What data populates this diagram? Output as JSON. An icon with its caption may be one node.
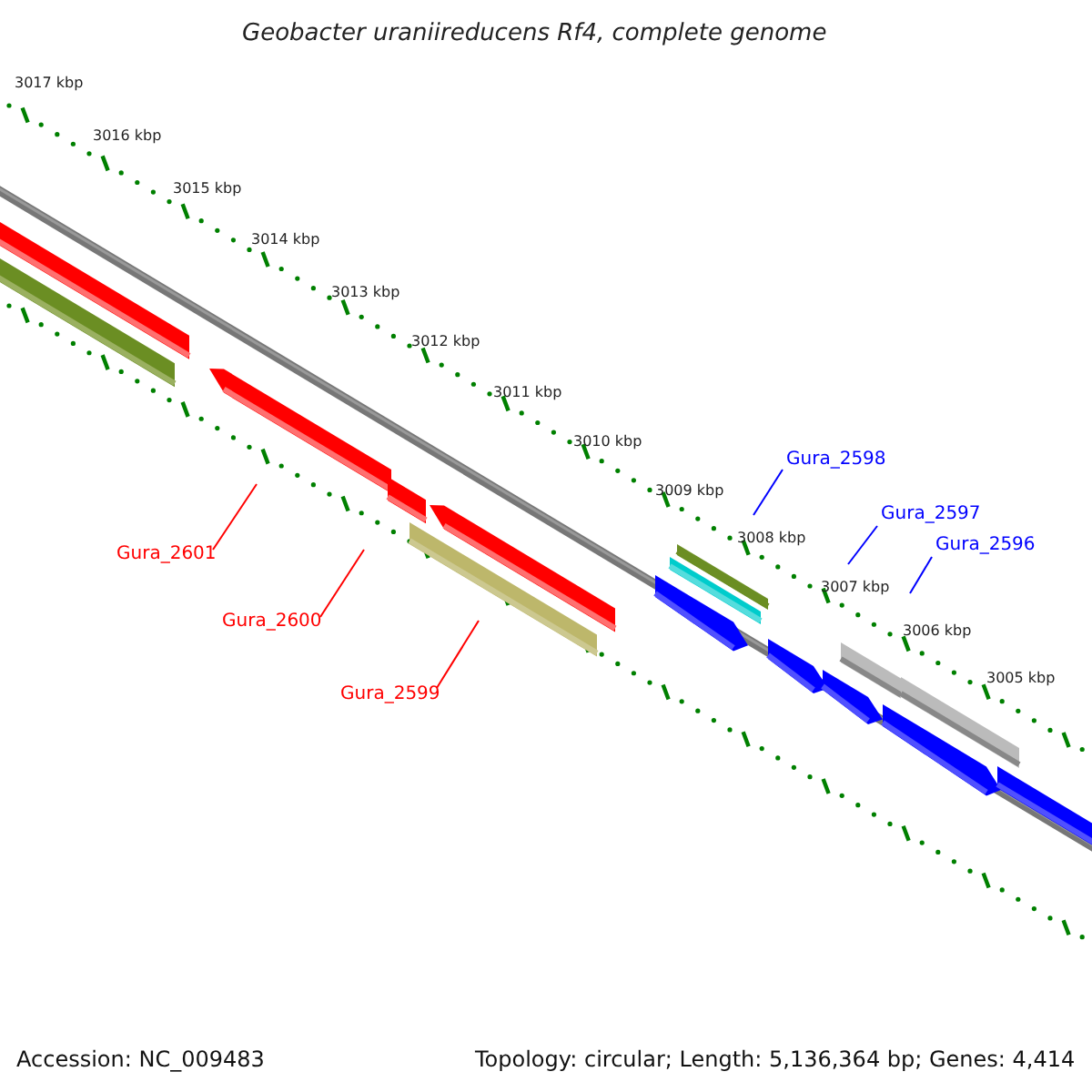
{
  "diagram": {
    "title": "Geobacter uraniireducens Rf4, complete genome",
    "nodes": [
      {
        "text": [
          "Gura_2598"
        ]
      },
      {
        "text": [
          "Gura_2597"
        ]
      },
      {
        "text": [
          "Gura_2596"
        ]
      },
      {
        "text": [
          "Gura_2601"
        ]
      },
      {
        "text": [
          "Gura_2600"
        ]
      },
      {
        "text": [
          "Gura_2599"
        ]
      }
    ],
    "edges": [
      {
        "from": 0,
        "to": null,
        "arrow": "none"
      },
      {
        "from": 1,
        "to": null,
        "arrow": "none"
      },
      {
        "from": 2,
        "to": null,
        "arrow": "none"
      },
      {
        "from": 3,
        "to": null,
        "arrow": "none",
        "color": "#ff0000"
      },
      {
        "from": 4,
        "to": null,
        "arrow": "none",
        "color": "#ff0000"
      },
      {
        "from": 5,
        "to": null,
        "arrow": "none",
        "color": "#ff0000"
      }
    ],
    "labels": [
      "3017 kbp",
      "3016 kbp",
      "3015 kbp",
      "3014 kbp",
      "3013 kbp",
      "3012 kbp",
      "3011 kbp",
      "3010 kbp",
      "3009 kbp",
      "3008 kbp",
      "3007 kbp",
      "3006 kbp",
      "3005 kbp",
      "Accession: NC_009483",
      "Topology: circular; Length: 5,136,364 bp; Genes: 4,414"
    ]
  }
}
